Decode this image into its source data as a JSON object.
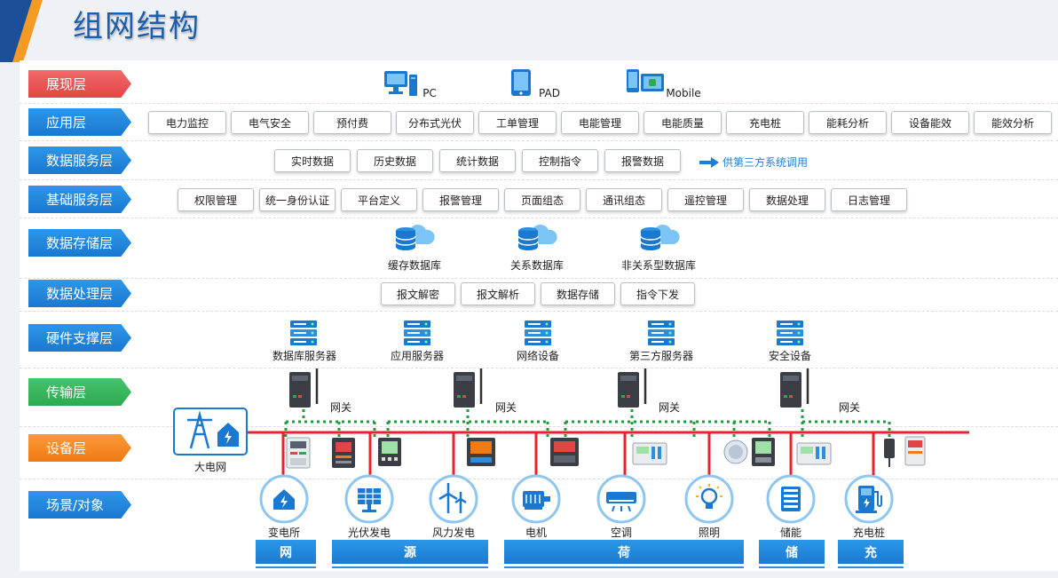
{
  "title": "组网结构",
  "layers": [
    "展现层",
    "应用层",
    "数据服务层",
    "基础服务层",
    "数据存储层",
    "数据处理层",
    "硬件支撑层",
    "传输层",
    "设备层",
    "场景/对象"
  ],
  "presentation": {
    "pc": "PC",
    "pad": "PAD",
    "mobile": "Mobile"
  },
  "application": [
    "电力监控",
    "电气安全",
    "预付费",
    "分布式光伏",
    "工单管理",
    "电能管理",
    "电能质量",
    "充电桩",
    "能耗分析",
    "设备能效",
    "能效分析"
  ],
  "data_service": [
    "实时数据",
    "历史数据",
    "统计数据",
    "控制指令",
    "报警数据"
  ],
  "third_party": "供第三方系统调用",
  "basic_service": [
    "权限管理",
    "统一身份认证",
    "平台定义",
    "报警管理",
    "页面组态",
    "通讯组态",
    "遥控管理",
    "数据处理",
    "日志管理"
  ],
  "storage": [
    "缓存数据库",
    "关系数据库",
    "非关系型数据库"
  ],
  "processing": [
    "报文解密",
    "报文解析",
    "数据存储",
    "指令下发"
  ],
  "hardware": [
    "数据库服务器",
    "应用服务器",
    "网络设备",
    "第三方服务器",
    "安全设备"
  ],
  "gateway": "网关",
  "grid": "大电网",
  "scenes": [
    "变电所",
    "光伏发电",
    "风力发电",
    "电机",
    "空调",
    "照明",
    "储能",
    "充电桩"
  ],
  "categories": [
    "网",
    "源",
    "荷",
    "储",
    "充"
  ],
  "colors": {
    "red": "#e24545",
    "blue": "#1a78d0",
    "green": "#2ea951",
    "orange": "#f07a14",
    "bus": "#e8232b",
    "dots": "#1e9e3a"
  }
}
